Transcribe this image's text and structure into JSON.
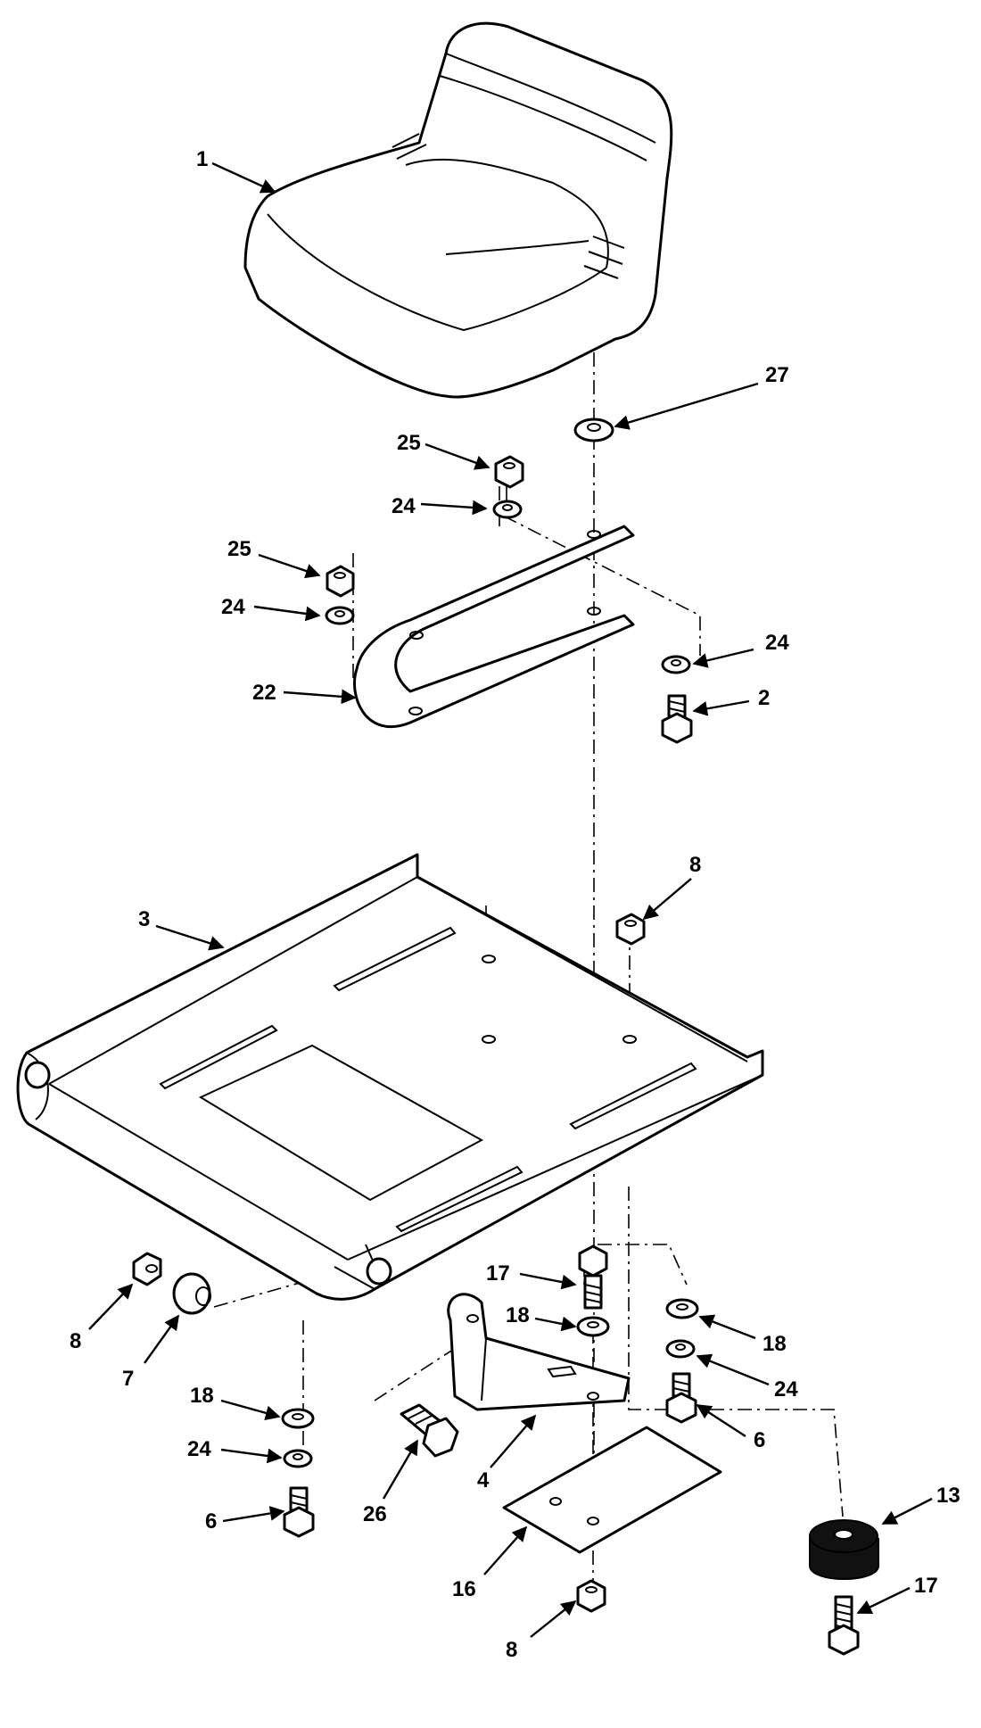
{
  "figure": {
    "callouts": [
      {
        "id": "c1",
        "num": "1"
      },
      {
        "id": "c27",
        "num": "27"
      },
      {
        "id": "c25a",
        "num": "25"
      },
      {
        "id": "c24a",
        "num": "24"
      },
      {
        "id": "c25b",
        "num": "25"
      },
      {
        "id": "c24b",
        "num": "24"
      },
      {
        "id": "c24c",
        "num": "24"
      },
      {
        "id": "c22",
        "num": "22"
      },
      {
        "id": "c2",
        "num": "2"
      },
      {
        "id": "c8a",
        "num": "8"
      },
      {
        "id": "c3",
        "num": "3"
      },
      {
        "id": "c17a",
        "num": "17"
      },
      {
        "id": "c18a",
        "num": "18"
      },
      {
        "id": "c18b",
        "num": "18"
      },
      {
        "id": "c24d",
        "num": "24"
      },
      {
        "id": "c6a",
        "num": "6"
      },
      {
        "id": "c8b",
        "num": "8"
      },
      {
        "id": "c7",
        "num": "7"
      },
      {
        "id": "c18c",
        "num": "18"
      },
      {
        "id": "c24e",
        "num": "24"
      },
      {
        "id": "c6b",
        "num": "6"
      },
      {
        "id": "c26",
        "num": "26"
      },
      {
        "id": "c4",
        "num": "4"
      },
      {
        "id": "c16",
        "num": "16"
      },
      {
        "id": "c8c",
        "num": "8"
      },
      {
        "id": "c13",
        "num": "13"
      },
      {
        "id": "c17b",
        "num": "17"
      }
    ]
  }
}
